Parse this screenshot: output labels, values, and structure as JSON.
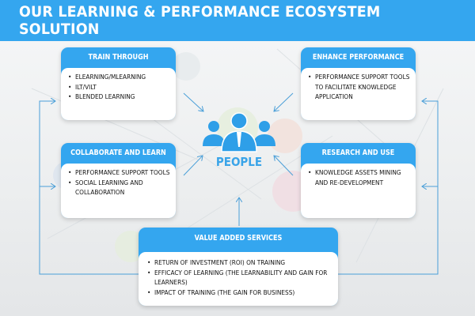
{
  "header": {
    "title": "OUR LEARNING & PERFORMANCE ECOSYSTEM SOLUTION"
  },
  "center": {
    "label": "PEOPLE",
    "icon": "people-group-icon"
  },
  "colors": {
    "accent": "#34a6ef",
    "connector": "#4a9fd8",
    "text": "#111111"
  },
  "boxes": {
    "train": {
      "title": "TRAIN THROUGH",
      "items": [
        "ELEARNING/MLEARNING",
        "ILT/VILT",
        "BLENDED LEARNING"
      ]
    },
    "enhance": {
      "title": "ENHANCE PERFORMANCE",
      "items": [
        "PERFORMANCE SUPPORT TOOLS TO FACILITATE KNOWLEDGE APPLICATION"
      ]
    },
    "collaborate": {
      "title": "COLLABORATE AND LEARN",
      "items": [
        "PERFORMANCE SUPPORT TOOLS",
        "SOCIAL LEARNING AND COLLABORATION"
      ]
    },
    "research": {
      "title": "RESEARCH AND USE",
      "items": [
        "KNOWLEDGE ASSETS MINING AND RE-DEVELOPMENT"
      ]
    },
    "value": {
      "title": "VALUE ADDED SERVICES",
      "items": [
        "RETURN OF INVESTMENT (ROI) ON TRAINING",
        "EFFICACY OF LEARNING (THE LEARNABILITY AND GAIN FOR LEARNERS)",
        "IMPACT OF TRAINING (THE GAIN FOR BUSINESS)"
      ]
    }
  }
}
